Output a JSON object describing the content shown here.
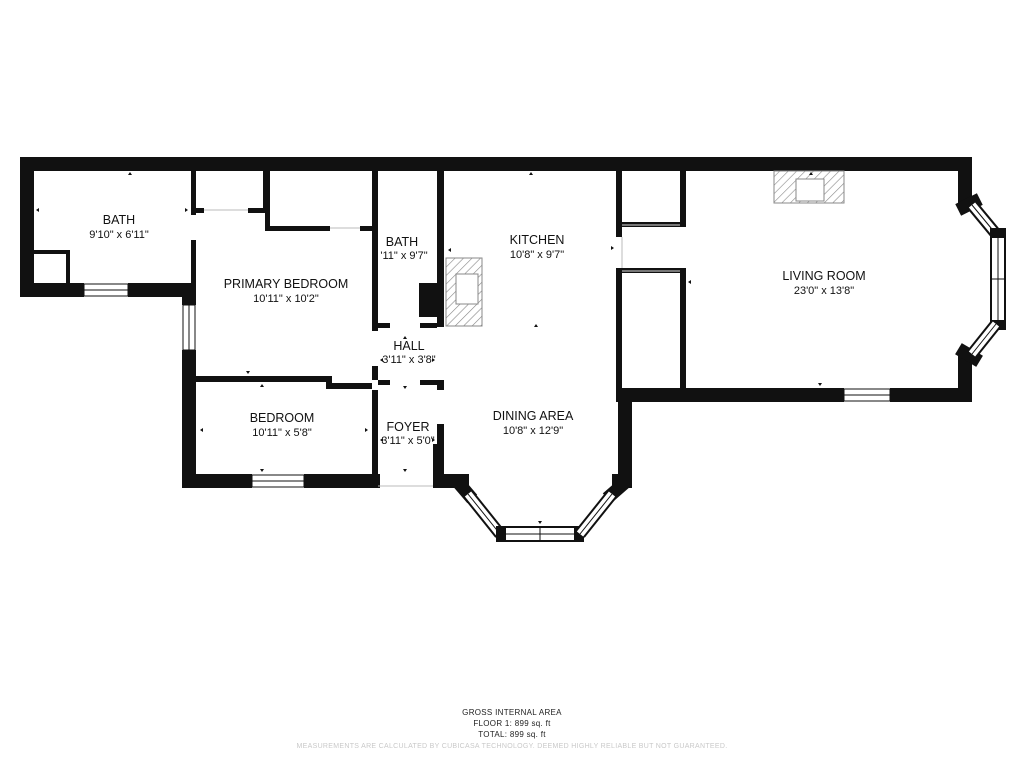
{
  "rooms": {
    "bath_left": {
      "name": "BATH",
      "dims": "9'10\" x 6'11\""
    },
    "primary_bedroom": {
      "name": "PRIMARY BEDROOM",
      "dims": "10'11\" x 10'2\""
    },
    "bath_center": {
      "name": "BATH",
      "dims": "'11\" x 9'7\""
    },
    "kitchen": {
      "name": "KITCHEN",
      "dims": "10'8\" x 9'7\""
    },
    "living_room": {
      "name": "LIVING ROOM",
      "dims": "23'0\" x 13'8\""
    },
    "hall": {
      "name": "HALL",
      "dims": "3'11\" x 3'8\""
    },
    "bedroom": {
      "name": "BEDROOM",
      "dims": "10'11\" x 5'8\""
    },
    "foyer": {
      "name": "FOYER",
      "dims": "3'11\" x 5'0\""
    },
    "dining_area": {
      "name": "DINING AREA",
      "dims": "10'8\" x 12'9\""
    }
  },
  "footer": {
    "title": "GROSS INTERNAL AREA",
    "floor": "FLOOR 1: 899 sq. ft",
    "total": "TOTAL: 899 sq. ft",
    "disclaimer": "MEASUREMENTS ARE CALCULATED BY CUBICASA TECHNOLOGY. DEEMED HIGHLY RELIABLE BUT NOT GUARANTEED."
  },
  "colors": {
    "wall": "#111111",
    "window": "#ffffff",
    "hatch": "#888888"
  }
}
